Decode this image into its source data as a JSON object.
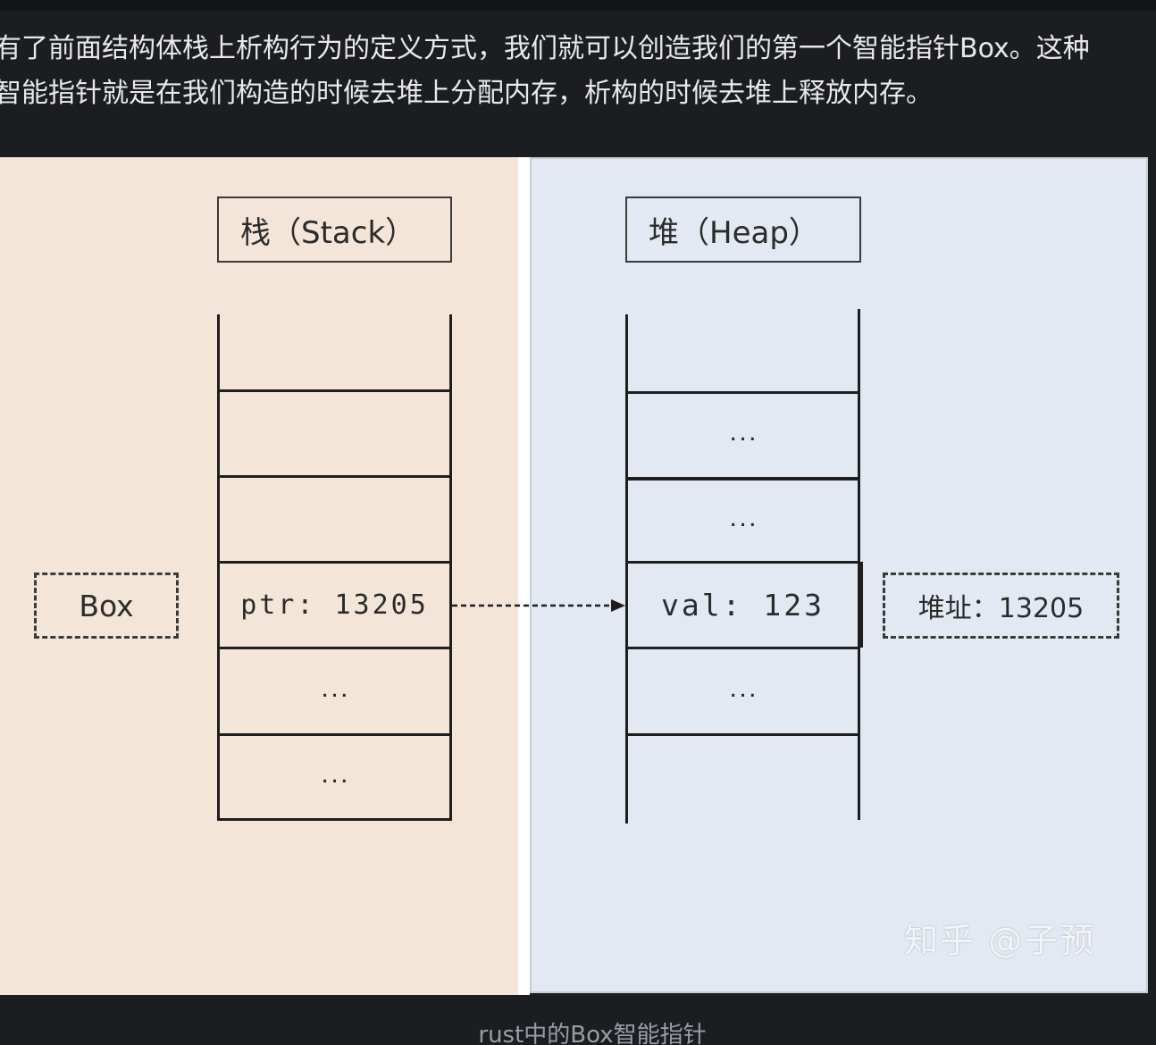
{
  "paragraph": {
    "line1": "有了前面结构体栈上析构行为的定义方式，我们就可以创造我们的第一个智能指针Box。这种",
    "line2": "智能指针就是在我们构造的时候去堆上分配内存，析构的时候去堆上释放内存。"
  },
  "figure": {
    "stack_title": "栈（Stack）",
    "heap_title": "堆（Heap）",
    "box_label": "Box",
    "stack_cells": [
      "",
      "",
      "ptr: 13205",
      "...",
      "..."
    ],
    "heap_cells": [
      "...",
      "...",
      "val: 123",
      "..."
    ],
    "address_label": "堆址：13205",
    "watermark": "知乎 @子预"
  },
  "caption": "rust中的Box智能指针",
  "colors": {
    "page_background": "#1c1d21",
    "stack_panel": "#f3e5d8",
    "heap_panel": "#e3e9f2",
    "text_primary": "#e9e9ec",
    "caption_text": "#9c9ca3"
  }
}
